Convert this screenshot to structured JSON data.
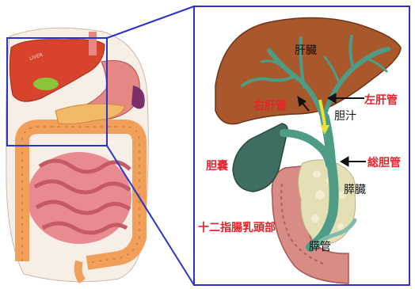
{
  "labels": {
    "liver": "肝臓",
    "right_hepatic_duct": "右肝管",
    "left_hepatic_duct": "左肝管",
    "bile": "胆汁",
    "gallbladder": "胆嚢",
    "common_bile_duct": "総胆管",
    "pancreas": "膵臓",
    "duodenal_papilla": "十二指腸乳頭部",
    "pancreatic_duct": "膵管"
  },
  "colors": {
    "zoom_frame": "#2a34c8",
    "red_label": "#e8222a",
    "liver": "#a8582a",
    "duct": "#4f9c86",
    "gallbladder": "#3d6e61",
    "pancreas": "#e4dfb4",
    "duodenum": "#d98b86",
    "bile_arrow": "#e8e23a"
  }
}
